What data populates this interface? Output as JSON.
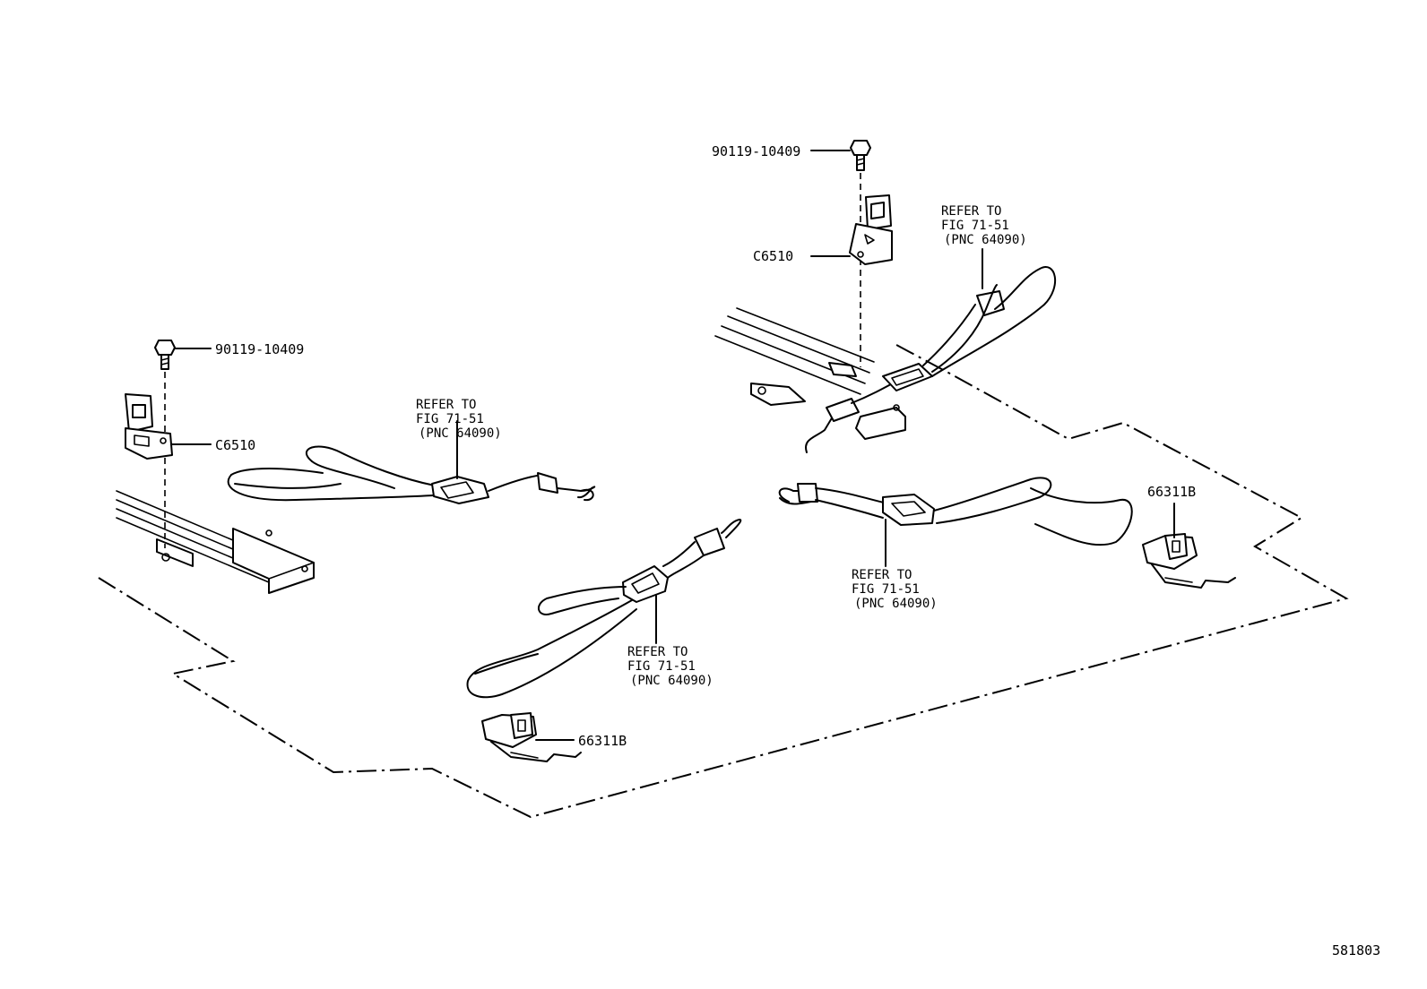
{
  "diagram_id": "581803",
  "labels": {
    "bolt_top": "90119-10409",
    "bolt_left": "90119-10409",
    "bracket_top": "C6510",
    "bracket_left": "C6510",
    "hook_right": "66311B",
    "hook_center": "66311B"
  },
  "refer_notes": {
    "top_right": [
      "REFER TO",
      "FIG 71-51",
      "(PNC 64090)"
    ],
    "left_strap": [
      "REFER TO",
      "FIG 71-51",
      "(PNC 64090)"
    ],
    "center_right": [
      "REFER TO",
      "FIG 71-51",
      "(PNC 64090)"
    ],
    "center": [
      "REFER TO",
      "FIG 71-51",
      "(PNC 64090)"
    ]
  }
}
